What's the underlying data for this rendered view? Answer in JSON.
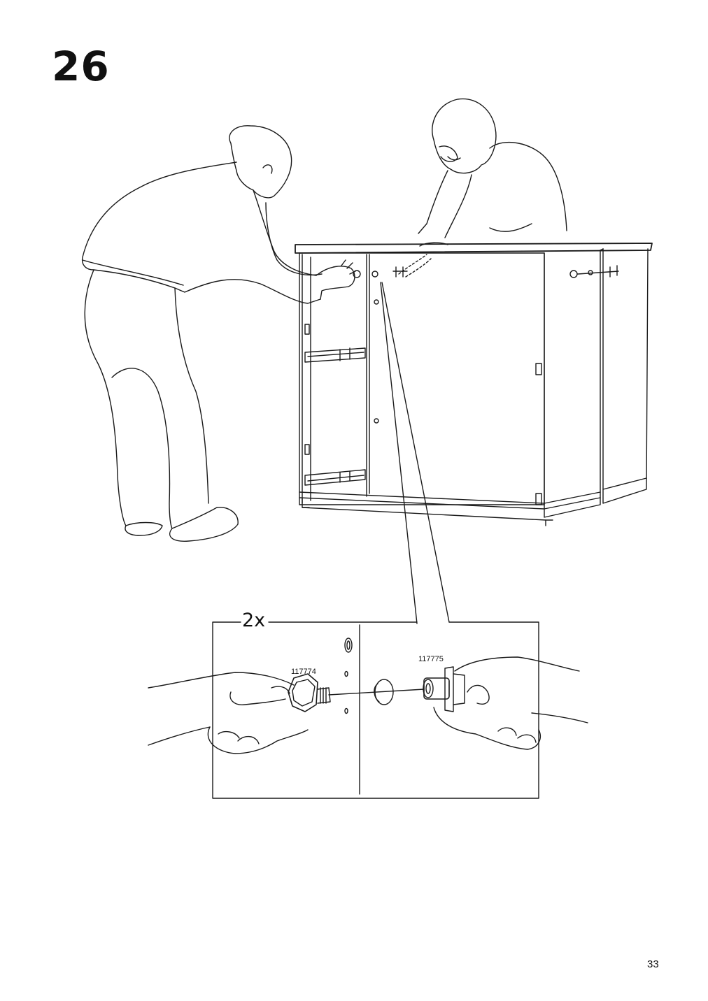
{
  "step": {
    "number": "26"
  },
  "detail": {
    "quantity": "2x",
    "part_left": "117774",
    "part_right": "117775"
  },
  "page": {
    "number": "33"
  }
}
